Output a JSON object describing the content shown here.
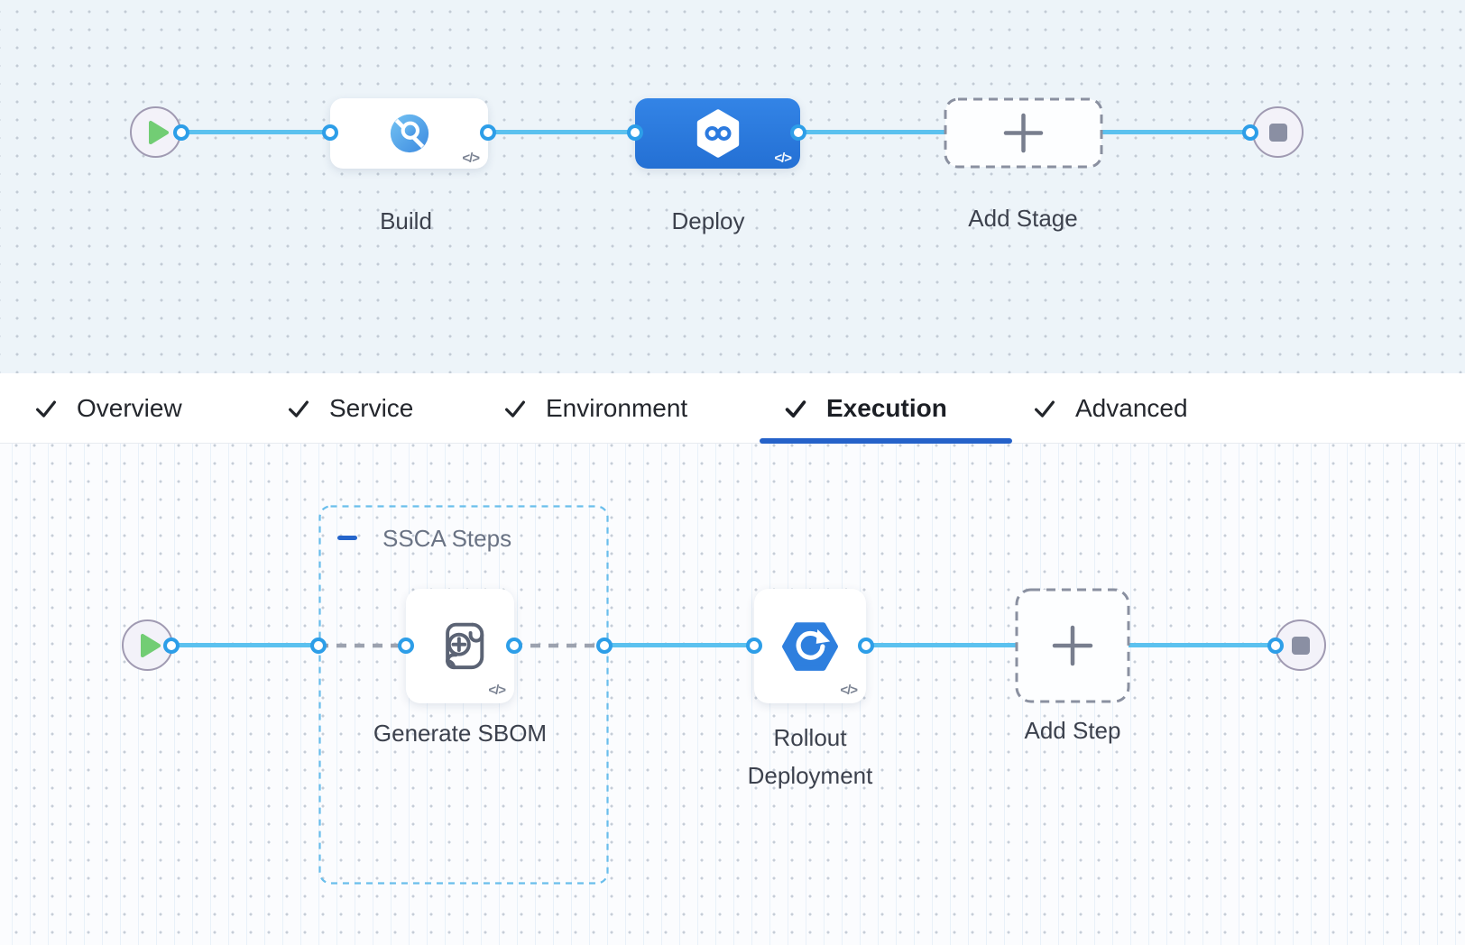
{
  "stage_canvas": {
    "nodes": {
      "build": {
        "label": "Build",
        "selected": false
      },
      "deploy": {
        "label": "Deploy",
        "selected": true
      },
      "add_stage": {
        "label": "Add Stage"
      }
    }
  },
  "tabs": {
    "items": [
      {
        "label": "Overview",
        "checked": true,
        "active": false
      },
      {
        "label": "Service",
        "checked": true,
        "active": false
      },
      {
        "label": "Environment",
        "checked": true,
        "active": false
      },
      {
        "label": "Execution",
        "checked": true,
        "active": true
      },
      {
        "label": "Advanced",
        "checked": true,
        "active": false
      }
    ]
  },
  "execution_canvas": {
    "group": {
      "label": "SSCA Steps",
      "collapsed": false
    },
    "steps": {
      "generate_sbom": {
        "label": "Generate SBOM"
      },
      "rollout_deployment": {
        "label": "Rollout Deployment"
      },
      "add_step": {
        "label": "Add Step"
      }
    }
  },
  "badges": {
    "code": "</>"
  },
  "icons": {
    "play": "play-icon",
    "stop": "stop-icon",
    "plus": "plus-icon",
    "minus": "collapse-minus-icon",
    "check": "check-icon",
    "build": "ci-magnifier-circle-icon",
    "deploy": "cd-hexagon-infinity-icon",
    "generate_sbom": "scroll-plus-icon",
    "rollout_deployment": "hexagon-refresh-icon",
    "code": "code-brackets-icon"
  },
  "colors": {
    "canvas_top_bg": "#EDF4F9",
    "canvas_bottom_bg": "#FBFCFE",
    "line_blue": "#5BC1EF",
    "connector_blue": "#2D9EE8",
    "selected_stage_blue": "#2B79DC",
    "tab_underline_blue": "#2562C9",
    "play_green": "#72CD74",
    "stop_gray": "#8A8FA3",
    "dashed_connection_gray": "#9CA2AF",
    "add_node_border_gray": "#8A90A0",
    "group_border_blue": "#69BEEC",
    "label_color": "#3C414D"
  }
}
